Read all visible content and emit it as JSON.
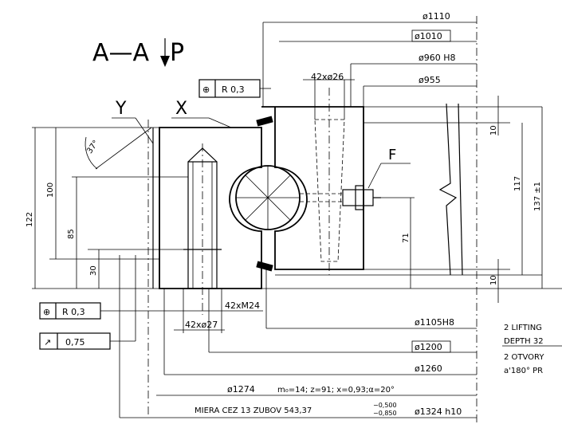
{
  "view": {
    "section_title": "A—A",
    "section_suffix": "P"
  },
  "labels": {
    "y": "Y",
    "x": "X",
    "f": "F",
    "angle": "37°"
  },
  "tolerance_frames": {
    "top": {
      "symbol": "⊕",
      "value": "R 0,3"
    },
    "left": {
      "symbol": "⊕",
      "value": "R 0,3"
    },
    "runout": {
      "symbol": "↗",
      "value": "0,75"
    }
  },
  "dimensions": {
    "d1110": "ø1110",
    "d1010": "ø1010",
    "d960": "ø960 H8",
    "d955": "ø955",
    "holes_top": "42xø26",
    "holes_m24": "42xM24",
    "holes_27": "42xø27",
    "d1105": "ø1105H8",
    "d1200": "ø1200",
    "d1260": "ø1260",
    "d1274": "ø1274",
    "gear_params": "m₀=14;  z=91;  x=0,93;α=20°",
    "measure_text": "MIERA CEZ 13 ZUBOV 543,37",
    "tol_upper": "−0,500",
    "tol_lower": "−0,850",
    "d1324": "ø1324 h10",
    "v122": "122",
    "v100": "100",
    "v85": "85",
    "v30": "30",
    "v71": "71",
    "v10_top": "10",
    "v10_bottom": "10",
    "v117": "117",
    "v137": "137 ±1"
  },
  "notes": {
    "line1": "2 LIFTING",
    "line2": "DEPTH 32",
    "line3": "2 OTVORY",
    "line4": "a'180° PR"
  }
}
